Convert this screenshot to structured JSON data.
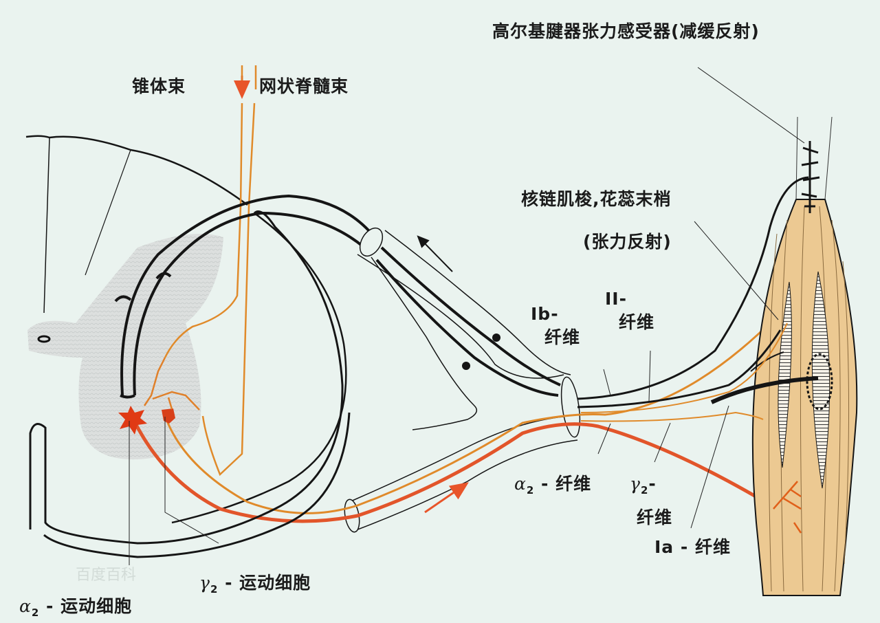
{
  "diagram": {
    "title": "Spinal stretch reflex circuit: muscle spindle and Golgi tendon organ",
    "colors": {
      "background": "#eaf3ef",
      "black_fiber": "#151515",
      "afferent_orange": "#e08a2a",
      "efferent_red": "#e2552a",
      "muscle_fill": "#ecc992",
      "gray_matter": "#d9dcdc",
      "motor_neuron": "#e03a14"
    },
    "labels": {
      "golgi_tendon": "高尔基腱器张力感受器(减缓反射)",
      "pyramidal_tract": "锥体束",
      "reticulospinal_tract": "网状脊髓束",
      "nuclear_chain": "核链肌梭,花蕊末梢",
      "tension_reflex": "(张力反射)",
      "ib_prefix": "Ib-",
      "ib_fiber": "纤维",
      "ii_prefix": "II-",
      "ii_fiber": "纤维",
      "alpha2_fiber_greek": "α",
      "alpha2_fiber_sub": "2",
      "alpha2_fiber_text": " - 纤维",
      "gamma2_fiber_greek": "γ",
      "gamma2_fiber_sub": "2",
      "gamma2_fiber_dash": "-",
      "gamma2_fiber_text": "纤维",
      "ia_fiber": "Ia - 纤维",
      "gamma2_motor_greek": "γ",
      "gamma2_motor_sub": "2",
      "gamma2_motor_text": " - 运动细胞",
      "alpha2_motor_greek": "α",
      "alpha2_motor_sub": "2",
      "alpha2_motor_text": " - 运动细胞"
    },
    "watermark": "百度百科"
  }
}
